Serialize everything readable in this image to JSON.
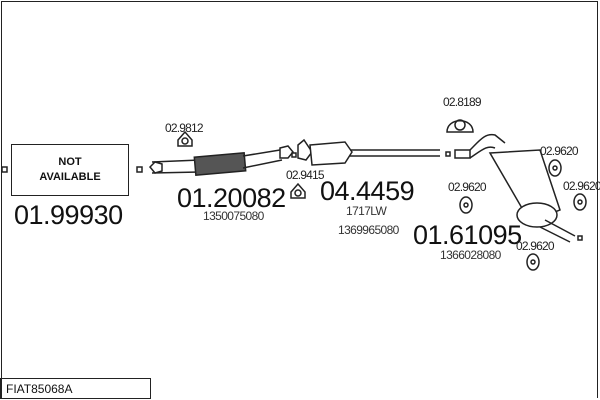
{
  "title": "FIAT85068A",
  "parts": [
    {
      "number": "01.99930",
      "label": "NOT AVAILABLE",
      "label_lines": [
        "NOT",
        "AVAILABLE"
      ]
    },
    {
      "number": "01.20082",
      "oem": "1350075080"
    },
    {
      "number": "04.4459",
      "oem": "1369965080",
      "extra": "1717LW"
    },
    {
      "number": "01.61095",
      "oem": "1366028080"
    }
  ],
  "accessories": [
    {
      "number": "02.9812"
    },
    {
      "number": "02.9415"
    },
    {
      "number": "02.8189"
    },
    {
      "number": "02.9620"
    },
    {
      "number": "02.9620"
    },
    {
      "number": "02.9620"
    },
    {
      "number": "02.9620"
    }
  ]
}
